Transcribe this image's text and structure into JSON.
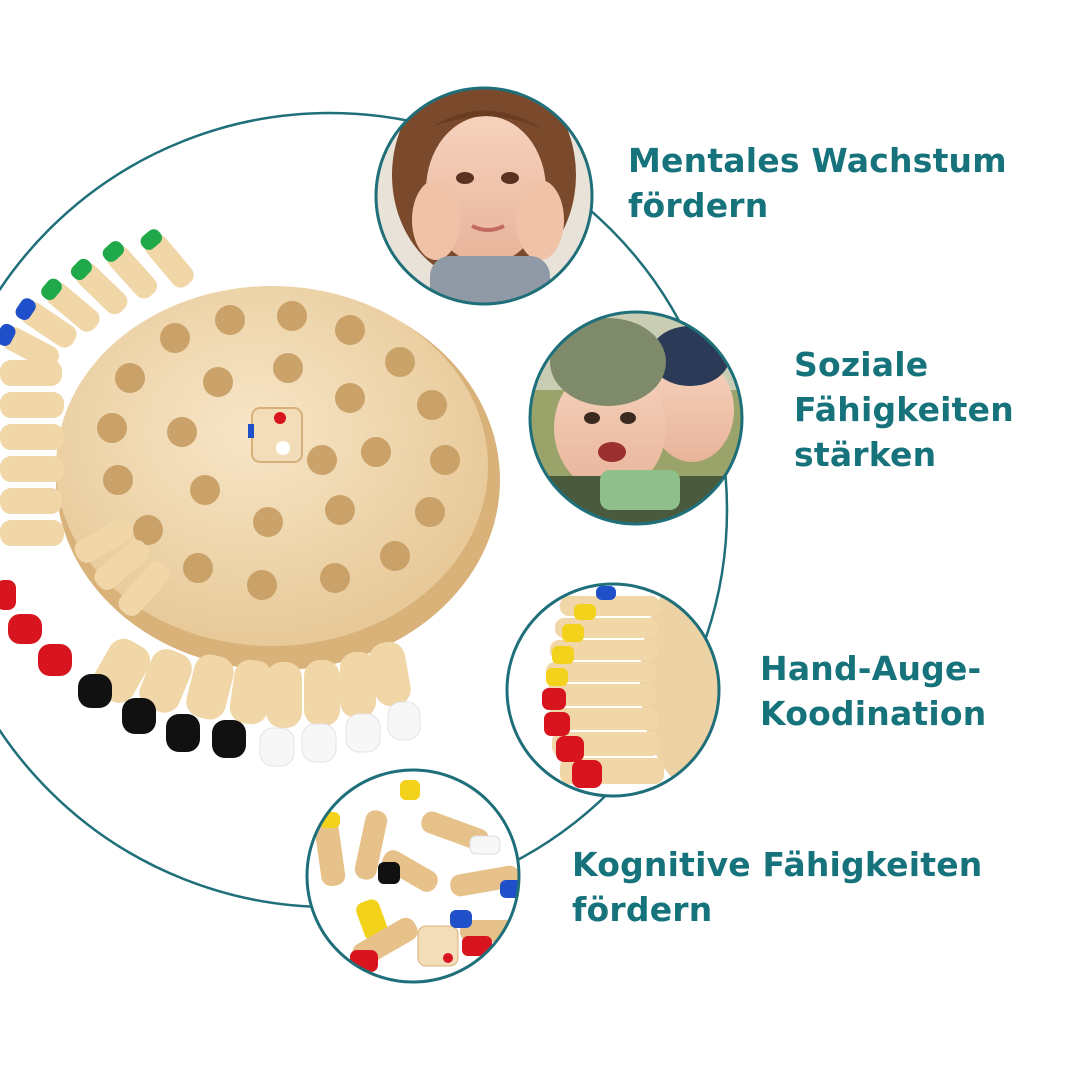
{
  "colors": {
    "accent": "#16727b",
    "ring": "#1f6f7a",
    "wood_light": "#f4dfbd",
    "wood_dark": "#e3c08b",
    "peg_red": "#d8151f",
    "peg_black": "#111111",
    "peg_white": "#f7f7f7",
    "peg_green": "#1fa94a",
    "peg_blue": "#1f4fc9",
    "peg_yellow": "#f2d21b"
  },
  "features": [
    {
      "lines": [
        "Mentales Wachstum",
        "fördern"
      ],
      "image": "girl-thinking-photo"
    },
    {
      "lines": [
        "Soziale",
        "Fähigkeiten",
        "stärken"
      ],
      "image": "two-kids-laughing-photo"
    },
    {
      "lines": [
        "Hand-Auge-",
        "Koodination"
      ],
      "image": "pegs-closeup-photo"
    },
    {
      "lines": [
        "Kognitive Fähigkeiten",
        "fördern"
      ],
      "image": "scattered-pegs-photo"
    }
  ]
}
